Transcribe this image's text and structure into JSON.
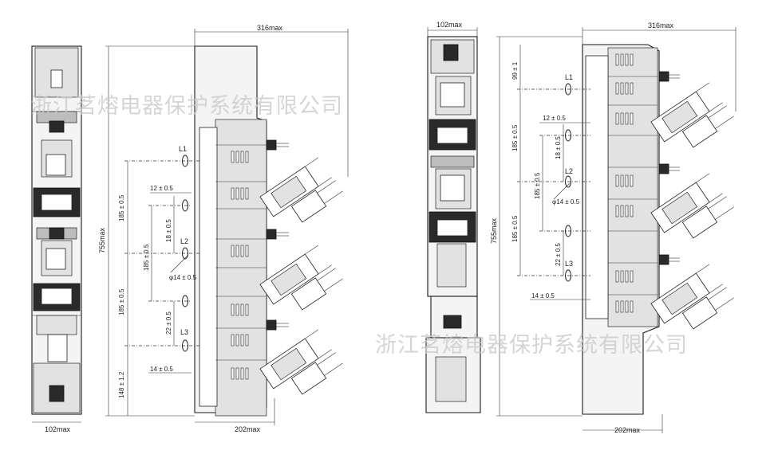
{
  "watermark": "浙江茗熔电器保护系统有限公司",
  "left_drawing": {
    "top_width": "316max",
    "height": "755max",
    "bottom_width_front": "102max",
    "bottom_width_side": "202max",
    "pitch_1": "185 ± 0.5",
    "pitch_2": "185 ± 0.5",
    "pitch_3": "185 ± 0.5",
    "pitch_bottom": "148 ± 1.2",
    "offset_12": "12 ± 0.5",
    "offset_18": "18 ± 0.5",
    "offset_22": "22 ± 0.5",
    "offset_14": "14 ± 0.5",
    "hole_dia": "φ14 ± 0.5",
    "label_l1": "L1",
    "label_l2": "L2",
    "label_l3": "L3"
  },
  "right_drawing": {
    "top_width_front": "102max",
    "top_width_side": "316max",
    "height": "755max",
    "bottom_width": "202max",
    "top_offset": "99 ± 1",
    "pitch_1": "185 ± 0.5",
    "pitch_2": "185 ± 0.5",
    "offset_12": "12 ± 0.5",
    "offset_18": "18 ± 0.5",
    "pitch_185_inner": "185 ± 0.5",
    "offset_22": "22 ± 0.5",
    "offset_14": "14 ± 0.5",
    "hole_dia": "φ14 ± 0.5",
    "label_l1": "L1",
    "label_l2": "L2",
    "label_l3": "L3"
  }
}
